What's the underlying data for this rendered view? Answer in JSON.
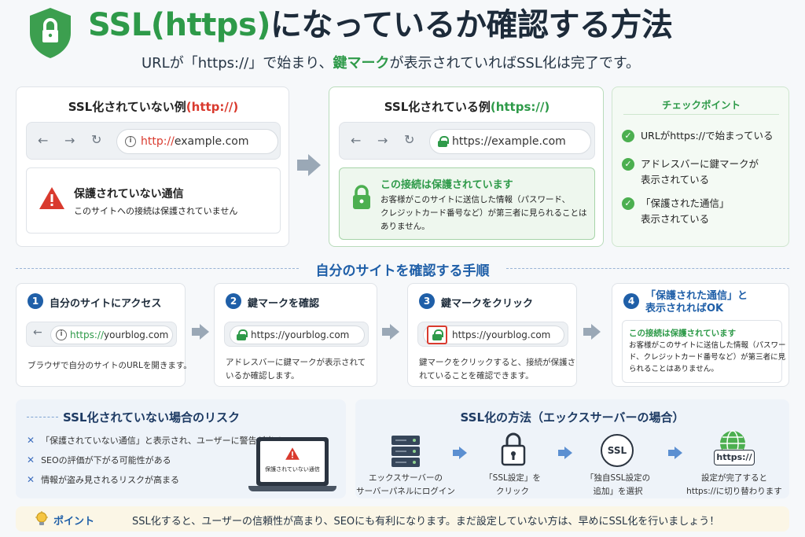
{
  "header": {
    "title_ssl": "SSL(https)",
    "title_rest": "になっているか確認する方法",
    "subtitle_pre": "URLが「https://」で始まり、",
    "subtitle_key": "鍵マーク",
    "subtitle_post": "が表示されていればSSL化は完了です。"
  },
  "not_ssl_panel": {
    "title": "SSL化されていない例",
    "title_proto": "(http://)",
    "url_scheme": "http://",
    "url_host": "example.com",
    "warn_title": "保護されていない通信",
    "warn_desc": "このサイトへの接続は保護されていません"
  },
  "ssl_panel": {
    "title": "SSL化されている例",
    "title_proto": "(https://)",
    "url": "https://example.com",
    "ok_title": "この接続は保護されています",
    "ok_desc_1": "お客様がこのサイトに送信した情報（パスワード、",
    "ok_desc_2": "クレジットカード番号など）が第三者に見られることは",
    "ok_desc_3": "ありません。"
  },
  "checkpoints": {
    "title": "チェックポイント",
    "items": [
      {
        "line1": "URLがhttps://で始まっている",
        "line2": ""
      },
      {
        "line1": "アドレスバーに鍵マークが",
        "line2": "表示されている"
      },
      {
        "line1": "「保護された通信」",
        "line2": "表示されている"
      }
    ]
  },
  "steps_section": {
    "title": "自分のサイトを確認する手順",
    "steps": [
      {
        "num": "1",
        "title": "自分のサイトにアクセス",
        "url": "https://yourblog.com",
        "desc_1": "ブラウザで自分のサイトのURLを開きます。",
        "desc_2": ""
      },
      {
        "num": "2",
        "title": "鍵マークを確認",
        "url": "https://yourblog.com",
        "desc_1": "アドレスバーに鍵マークが表示されて",
        "desc_2": "いるか確認します。"
      },
      {
        "num": "3",
        "title": "鍵マークをクリック",
        "url": "https://yourblog.com",
        "desc_1": "鍵マークをクリックすると、接続が保護さ",
        "desc_2": "れていることを確認できます。"
      },
      {
        "num": "4",
        "title_1": "「保護された通信」と",
        "title_2": "表示されればOK",
        "box_title": "この接続は保護されています",
        "box_desc_1": "お客様がこのサイトに送信した情報（パスワー",
        "box_desc_2": "ド、クレジットカード番号など）が第三者に見",
        "box_desc_3": "られることはありません。"
      }
    ]
  },
  "risks": {
    "title": "SSL化されていない場合のリスク",
    "items": [
      "「保護されていない通信」と表示され、ユーザーに警告が出る",
      "SEOの評価が下がる可能性がある",
      "情報が盗み見されるリスクが高まる"
    ],
    "laptop_label": "保護されていない通信"
  },
  "methods": {
    "title": "SSL化の方法（エックスサーバーの場合）",
    "steps": [
      {
        "icon": "server-icon",
        "line1": "エックスサーバーの",
        "line2": "サーバーパネルにログイン"
      },
      {
        "icon": "padlock-icon",
        "line1": "「SSL設定」を",
        "line2": "クリック"
      },
      {
        "icon": "ssl-badge-icon",
        "badge": "SSL",
        "line1": "「独自SSL設定の",
        "line2": "追加」を選択"
      },
      {
        "icon": "globe-icon",
        "badge": "https://",
        "line1": "設定が完了すると",
        "line2": "https://に切り替わります"
      }
    ]
  },
  "point": {
    "label": "ポイント",
    "text": "SSL化すると、ユーザーの信頼性が高まり、SEOにも有利になります。まだ設定していない方は、早めにSSL化を行いましょう！"
  },
  "colors": {
    "accent_green": "#2e9a49",
    "accent_blue": "#1f5fa8",
    "warning_red": "#d93a2e"
  }
}
